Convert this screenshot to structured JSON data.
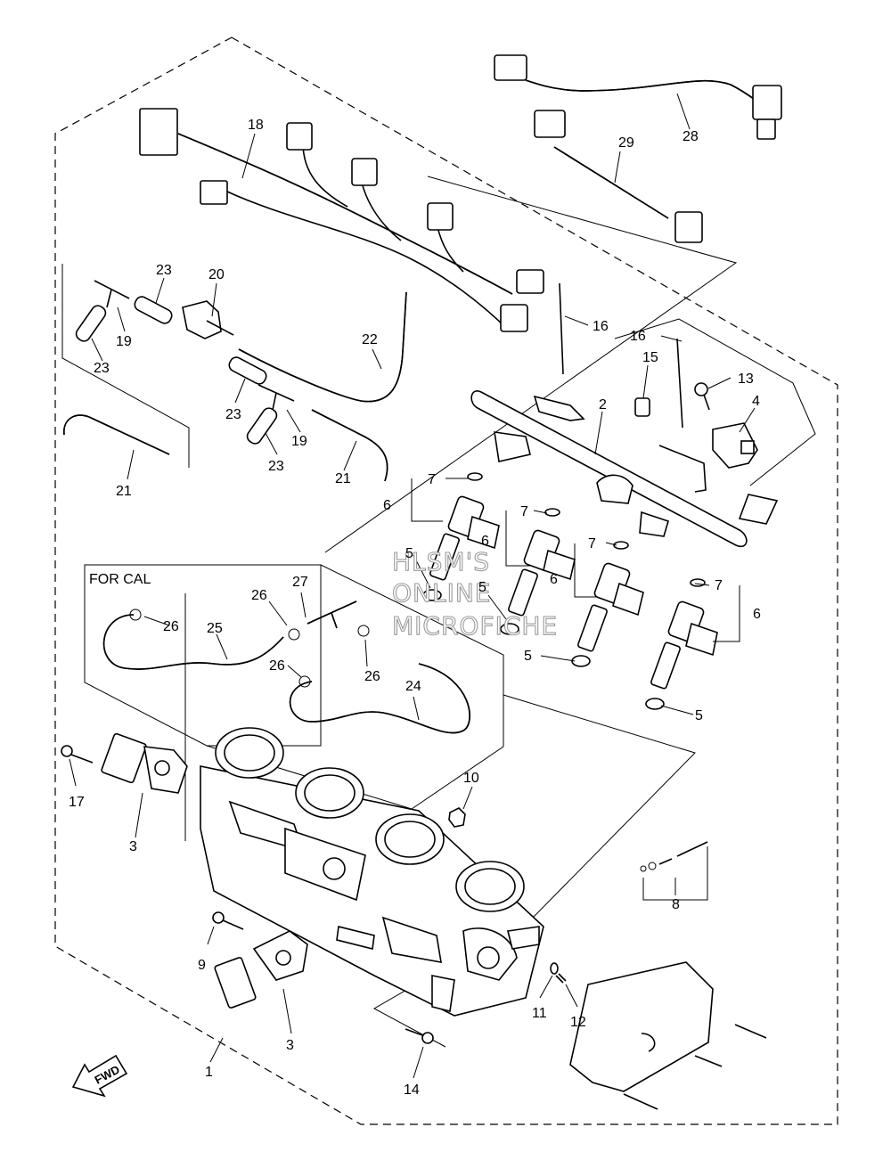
{
  "diagram": {
    "callouts": {
      "c1": "1",
      "c2": "2",
      "c3a": "3",
      "c3b": "3",
      "c4": "4",
      "c5a": "5",
      "c5b": "5",
      "c5c": "5",
      "c5d": "5",
      "c6a": "6",
      "c6b": "6",
      "c6c": "6",
      "c6d": "6",
      "c7a": "7",
      "c7b": "7",
      "c7c": "7",
      "c7d": "7",
      "c8": "8",
      "c9": "9",
      "c10": "10",
      "c11": "11",
      "c12": "12",
      "c13": "13",
      "c14": "14",
      "c15": "15",
      "c16a": "16",
      "c16b": "16",
      "c17": "17",
      "c18": "18",
      "c19a": "19",
      "c19b": "19",
      "c20": "20",
      "c21a": "21",
      "c21b": "21",
      "c22": "22",
      "c23a": "23",
      "c23b": "23",
      "c23c": "23",
      "c23d": "23",
      "c24": "24",
      "c25": "25",
      "c26a": "26",
      "c26b": "26",
      "c26c": "26",
      "c26d": "26",
      "c27": "27",
      "c28": "28",
      "c29": "29"
    },
    "for_cal_label": "FOR CAL",
    "watermark": [
      "HLSM'S",
      "ONLINE",
      "MICROFICHE"
    ],
    "fwd_label": "FWD"
  }
}
